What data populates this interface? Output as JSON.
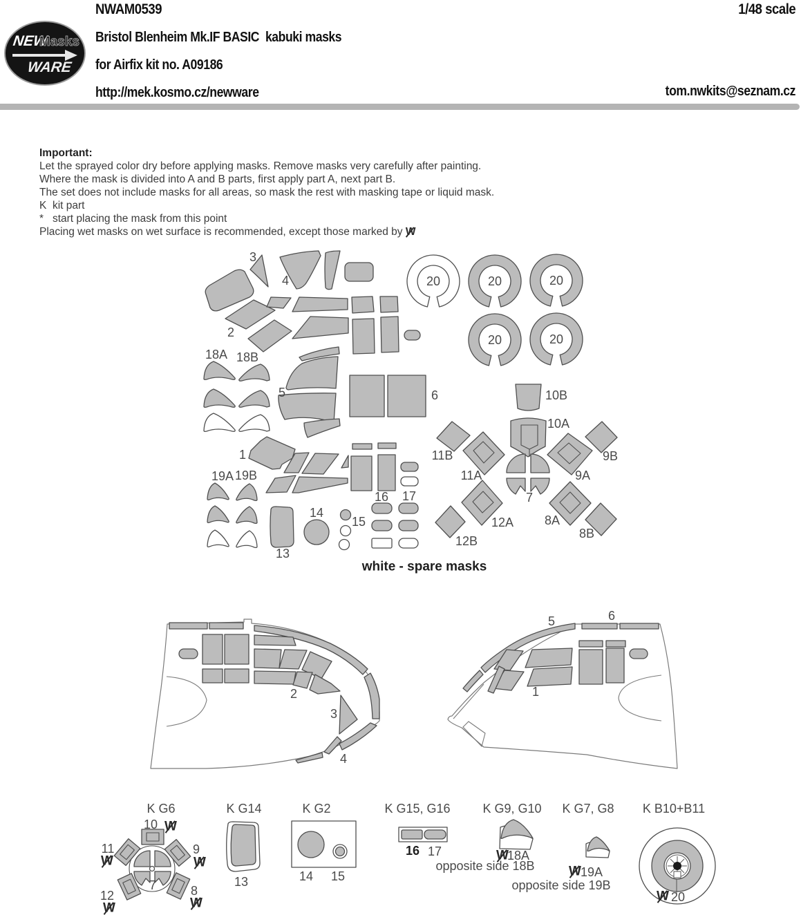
{
  "header": {
    "product_code": "NWAM0539",
    "scale": "1/48 scale",
    "title_line1": "Bristol Blenheim Mk.IF BASIC  kabuki masks",
    "title_line2": "for Airfix kit no. A09186",
    "website": "http://mek.kosmo.cz/newware",
    "email": "tom.nwkits@seznam.cz",
    "logo": {
      "word1": "NEW",
      "word2": "Masks",
      "word3": "WARE"
    }
  },
  "instructions": {
    "heading": "Important:",
    "line1": "Let the sprayed color dry before applying masks. Remove masks very carefully after painting.",
    "line2": "Where the mask is divided into A and B parts, first apply part A, next part B.",
    "line3": "The set does not include masks for all areas, so mask the rest with masking tape or liquid mask.",
    "line4": "K  kit part",
    "line5": "*   start placing the mask from this point",
    "line6": "Placing wet masks on wet surface is recommended, except those marked by ",
    "wet_symbol": "W"
  },
  "labels": {
    "p1": "1",
    "p2": "2",
    "p3": "3",
    "p4": "4",
    "p5": "5",
    "p6": "6",
    "p7": "7",
    "p8": "8",
    "p9": "9",
    "p10": "10",
    "p11": "11",
    "p12": "12",
    "p13": "13",
    "p14": "14",
    "p15": "15",
    "p16": "16",
    "p17": "17",
    "p8A": "8A",
    "p8B": "8B",
    "p9A": "9A",
    "p9B": "9B",
    "p10A": "10A",
    "p10B": "10B",
    "p11A": "11A",
    "p11B": "11B",
    "p12A": "12A",
    "p12B": "12B",
    "p18A": "18A",
    "p18B": "18B",
    "p19A": "19A",
    "p19B": "19B",
    "p20": "20",
    "spare_note": "white - spare masks"
  },
  "legend": {
    "g6": "K G6",
    "g14": "K G14",
    "g2": "K G2",
    "g15_16": "K G15, G16",
    "g9_10": "K G9, G10",
    "g7_8": "K G7, G8",
    "b10_b11": "K B10+B11",
    "opp18": "opposite side 18B",
    "opp19": "opposite side 19B",
    "wet": "W"
  },
  "colors": {
    "mask-fill": "#bcbcbc",
    "mask-outline": "#4e4e4e",
    "divider": "#b4b4b4",
    "logo-bg": "#141414"
  }
}
